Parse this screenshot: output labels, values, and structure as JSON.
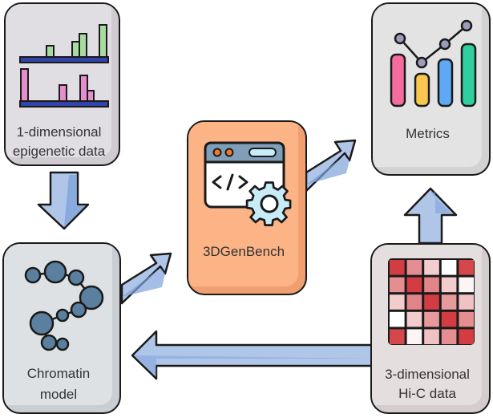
{
  "title": "3DGenBench workflow",
  "nodes": {
    "epigenetic": {
      "line1": "1-dimensional",
      "line2": "epigenetic data",
      "fill": "#e1dee3",
      "shade": "#cfcbd1"
    },
    "chromatin": {
      "line1": "Chromatin",
      "line2": "model",
      "fill": "#dde1e4",
      "shade": "#c9ced2"
    },
    "bench": {
      "label": "3DGenBench",
      "fill": "#fcb487",
      "shade": "#f0a070"
    },
    "metrics": {
      "label": "Metrics",
      "fill": "#e3e3e3",
      "shade": "#d2d2d2"
    },
    "hic": {
      "line1": "3-dimensional",
      "line2": "Hi-C data",
      "fill": "#e4dede",
      "shade": "#d4cdcd"
    }
  },
  "icons": {
    "epigenetic": "bar-track-icon",
    "chromatin": "chromatin-beads-icon",
    "bench": "code-window-gear-icon",
    "metrics": "bar-line-chart-icon",
    "hic": "heatmap-icon"
  },
  "colors": {
    "arrow_light": "#afc6e8",
    "arrow_dark": "#7fa3dc",
    "outline": "#1a1a1a",
    "green_bar": "#a8dba0",
    "pink_bar": "#e48fcb",
    "track": "#3344a8",
    "bead": "#5b7f9e",
    "metric_bars": [
      "#f46b9e",
      "#f9c74f",
      "#5fa8f5",
      "#2fcf9e"
    ],
    "metric_dots": "#9c9cbb",
    "window_header": "#7f9fb8",
    "window_dot": "#f07a2a",
    "gear": "#c8ecf7"
  },
  "hic_matrix": [
    [
      0.95,
      0.55,
      0.25,
      0.0,
      0.9
    ],
    [
      0.55,
      0.95,
      0.6,
      0.25,
      0.05
    ],
    [
      0.25,
      0.6,
      0.95,
      0.5,
      0.3
    ],
    [
      0.0,
      0.25,
      0.5,
      0.95,
      0.55
    ],
    [
      0.9,
      0.05,
      0.3,
      0.55,
      0.95
    ]
  ],
  "edges": [
    {
      "from": "epigenetic",
      "to": "chromatin",
      "direction": "down"
    },
    {
      "from": "chromatin",
      "to": "bench",
      "direction": "up-right"
    },
    {
      "from": "bench",
      "to": "metrics",
      "direction": "up-right"
    },
    {
      "from": "hic",
      "to": "metrics",
      "direction": "up"
    },
    {
      "from": "hic",
      "to": "chromatin",
      "direction": "left"
    }
  ]
}
